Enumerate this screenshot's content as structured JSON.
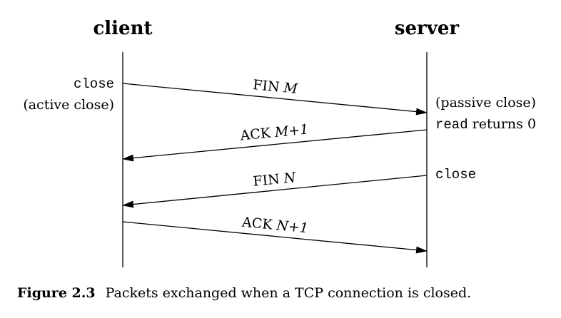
{
  "endpoints": {
    "client": "client",
    "server": "server"
  },
  "client_notes": {
    "close": "close",
    "active_close": "(active close)"
  },
  "server_notes": {
    "passive_close": "(passive close)",
    "read_code": "read",
    "read_rest": " returns 0",
    "close": "close"
  },
  "segments": [
    {
      "flag": "FIN ",
      "seq": "M",
      "direction": "client-to-server"
    },
    {
      "flag": "ACK ",
      "seq": "M+1",
      "direction": "server-to-client"
    },
    {
      "flag": "FIN ",
      "seq": "N",
      "direction": "server-to-client"
    },
    {
      "flag": "ACK ",
      "seq": "N+1",
      "direction": "client-to-server"
    }
  ],
  "caption": {
    "label": "Figure 2.3",
    "text": "Packets exchanged when a TCP connection is closed."
  }
}
